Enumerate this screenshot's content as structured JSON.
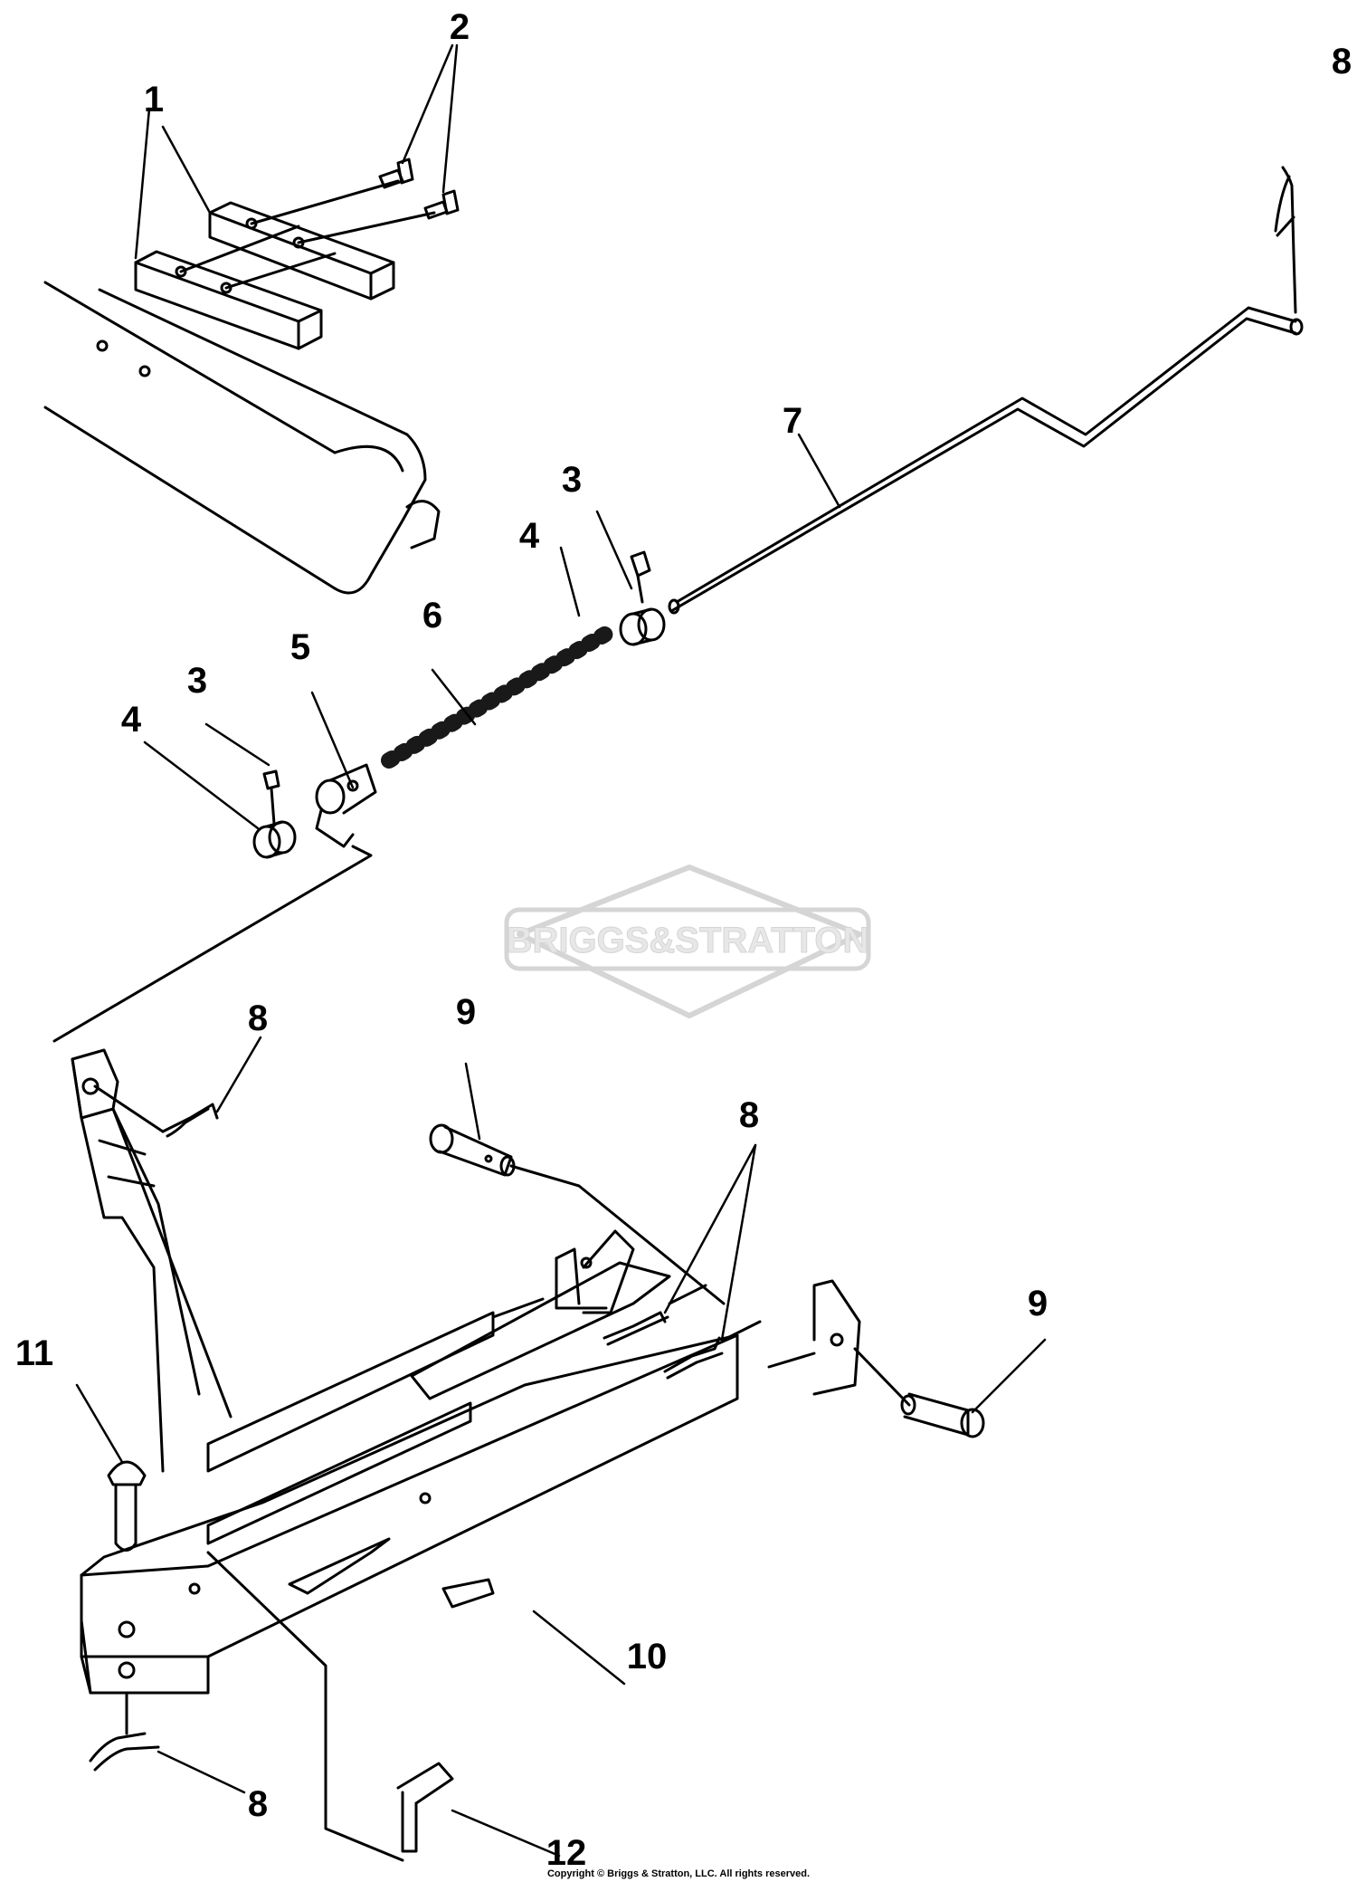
{
  "diagram": {
    "watermark_text": "BRIGGS&STRATTON",
    "copyright": "Copyright © Briggs & Stratton, LLC. All rights reserved.",
    "callouts": [
      {
        "id": "c1a",
        "label": "1"
      },
      {
        "id": "c2",
        "label": "2"
      },
      {
        "id": "c8a",
        "label": "8"
      },
      {
        "id": "c7",
        "label": "7"
      },
      {
        "id": "c3a",
        "label": "3"
      },
      {
        "id": "c4a",
        "label": "4"
      },
      {
        "id": "c6",
        "label": "6"
      },
      {
        "id": "c5",
        "label": "5"
      },
      {
        "id": "c3b",
        "label": "3"
      },
      {
        "id": "c4b",
        "label": "4"
      },
      {
        "id": "c8b",
        "label": "8"
      },
      {
        "id": "c9a",
        "label": "9"
      },
      {
        "id": "c8c",
        "label": "8"
      },
      {
        "id": "c9b",
        "label": "9"
      },
      {
        "id": "c11",
        "label": "11"
      },
      {
        "id": "c10",
        "label": "10"
      },
      {
        "id": "c8d",
        "label": "8"
      },
      {
        "id": "c12",
        "label": "12"
      }
    ]
  }
}
